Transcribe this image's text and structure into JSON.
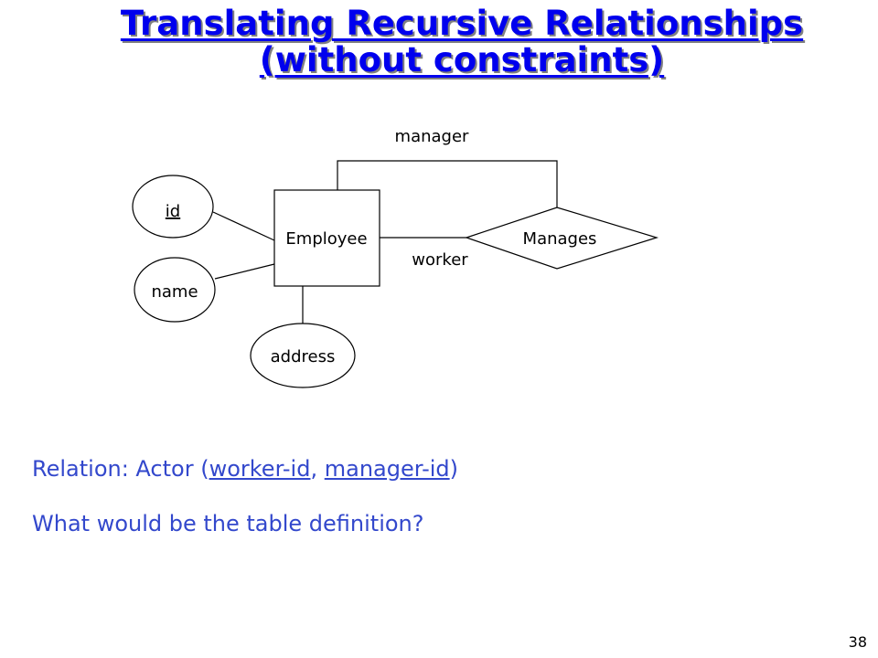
{
  "title": {
    "line1": "Translating Recursive Relationships",
    "line2": "(without constraints)"
  },
  "diagram": {
    "entity": "Employee",
    "relationship": "Manages",
    "attributes": {
      "id": "id",
      "name": "name",
      "address": "address"
    },
    "roles": {
      "manager": "manager",
      "worker": "worker"
    }
  },
  "relation": {
    "prefix": "Relation: Actor (",
    "key1": "worker-id",
    "sep": ", ",
    "key2": "manager-id",
    "suffix": ")"
  },
  "question": "What would be the table definition?",
  "page_number": "38"
}
